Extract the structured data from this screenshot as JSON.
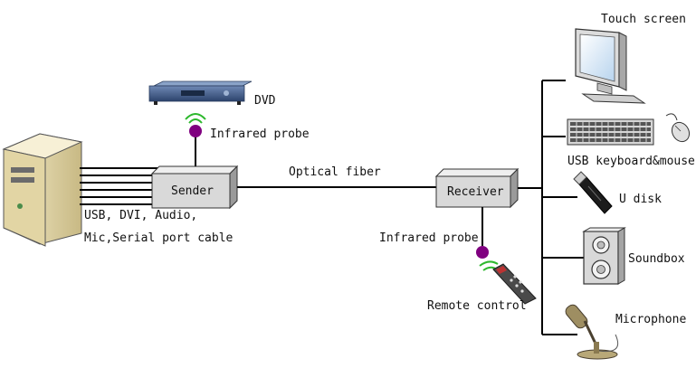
{
  "labels": {
    "dvd": "DVD",
    "infrared_probe_top": "Infrared probe",
    "optical_fiber": "Optical fiber",
    "sender": "Sender",
    "receiver": "Receiver",
    "usb_dvi_audio": "USB, DVI, Audio,",
    "mic_serial": "Mic,Serial port cable",
    "infrared_probe_bottom": "Infrared probe",
    "remote_control": "Remote control",
    "touch_screen": "Touch screen",
    "usb_keyboard_mouse": "USB keyboard&mouse",
    "u_disk": "U disk",
    "soundbox": "Soundbox",
    "microphone": "Microphone"
  },
  "icons": {
    "computer": "computer-tower-icon",
    "dvd": "dvd-player-icon",
    "probe": "infrared-probe-icon",
    "remote": "remote-control-icon",
    "monitor": "monitor-icon",
    "keyboard": "keyboard-icon",
    "mouse": "mouse-icon",
    "usb": "usb-drive-icon",
    "speaker": "speaker-icon",
    "mic": "microphone-icon"
  },
  "colors": {
    "probe": "#800080",
    "signal": "#2db82d",
    "box_fill": "#d9d9d9",
    "tower": "#e8dcae",
    "dvd_blue": "#3c5a8a"
  }
}
